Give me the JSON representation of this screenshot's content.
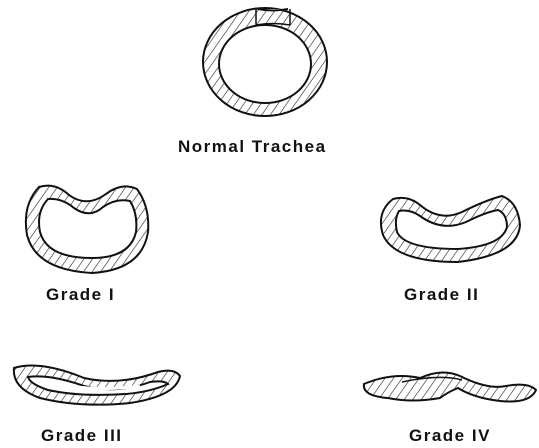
{
  "labels": {
    "normal": "Normal Trachea",
    "grade_1": "Grade I",
    "grade_2": "Grade II",
    "grade_3": "Grade III",
    "grade_4": "Grade IV"
  },
  "colors": {
    "ink": "#111111",
    "background": "#ffffff"
  }
}
